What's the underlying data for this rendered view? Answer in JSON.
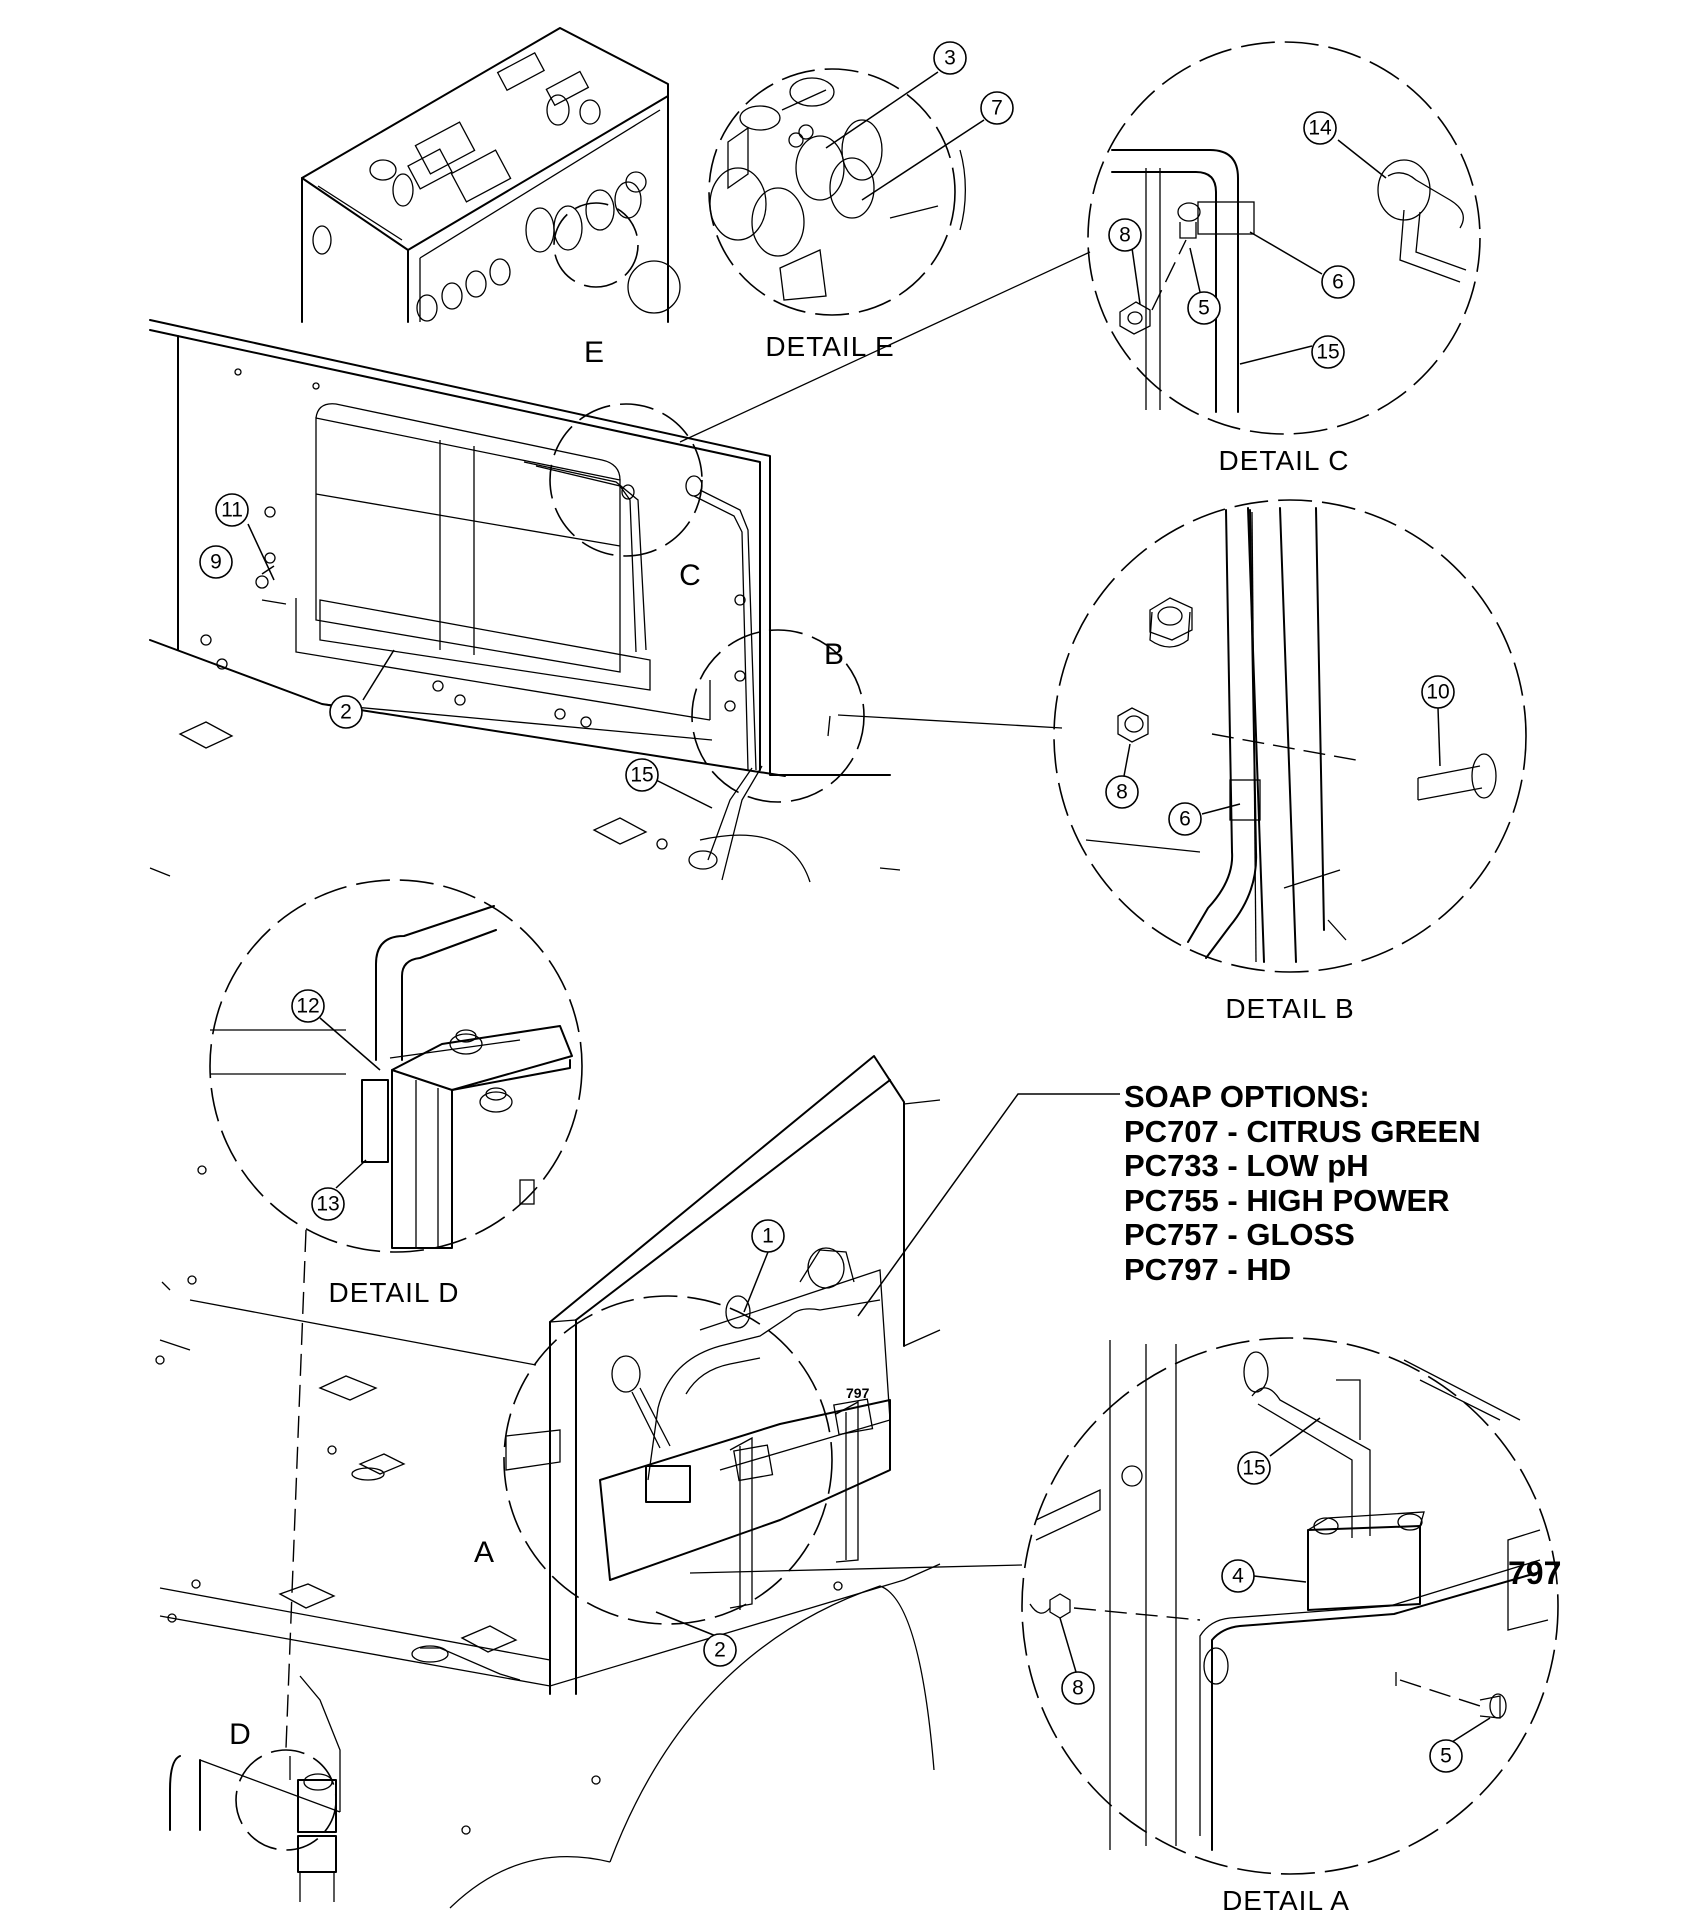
{
  "title": "",
  "detail_labels": {
    "a": "DETAIL A",
    "b": "DETAIL B",
    "c": "DETAIL C",
    "d": "DETAIL D",
    "e": "DETAIL E"
  },
  "view_letters": {
    "a": "A",
    "b": "B",
    "c": "C",
    "d": "D",
    "e": "E"
  },
  "soap_options": {
    "heading": "SOAP OPTIONS:",
    "items": [
      "PC707 - CITRUS GREEN",
      "PC733 - LOW pH",
      "PC755 - HIGH POWER",
      "PC757 - GLOSS",
      "PC797 - HD"
    ]
  },
  "callouts": {
    "e_3": "3",
    "e_7": "7",
    "c_14": "14",
    "c_8": "8",
    "c_5": "5",
    "c_6": "6",
    "c_15": "15",
    "m_11": "11",
    "m_9": "9",
    "m_2": "2",
    "m_15": "15",
    "b_10": "10",
    "b_8": "8",
    "b_6": "6",
    "d_12": "12",
    "d_13": "13",
    "l_1": "1",
    "l_2": "2",
    "a_15": "15",
    "a_4": "4",
    "a_8": "8",
    "a_5": "5"
  },
  "part_codes": {
    "bottle_label": "797"
  }
}
